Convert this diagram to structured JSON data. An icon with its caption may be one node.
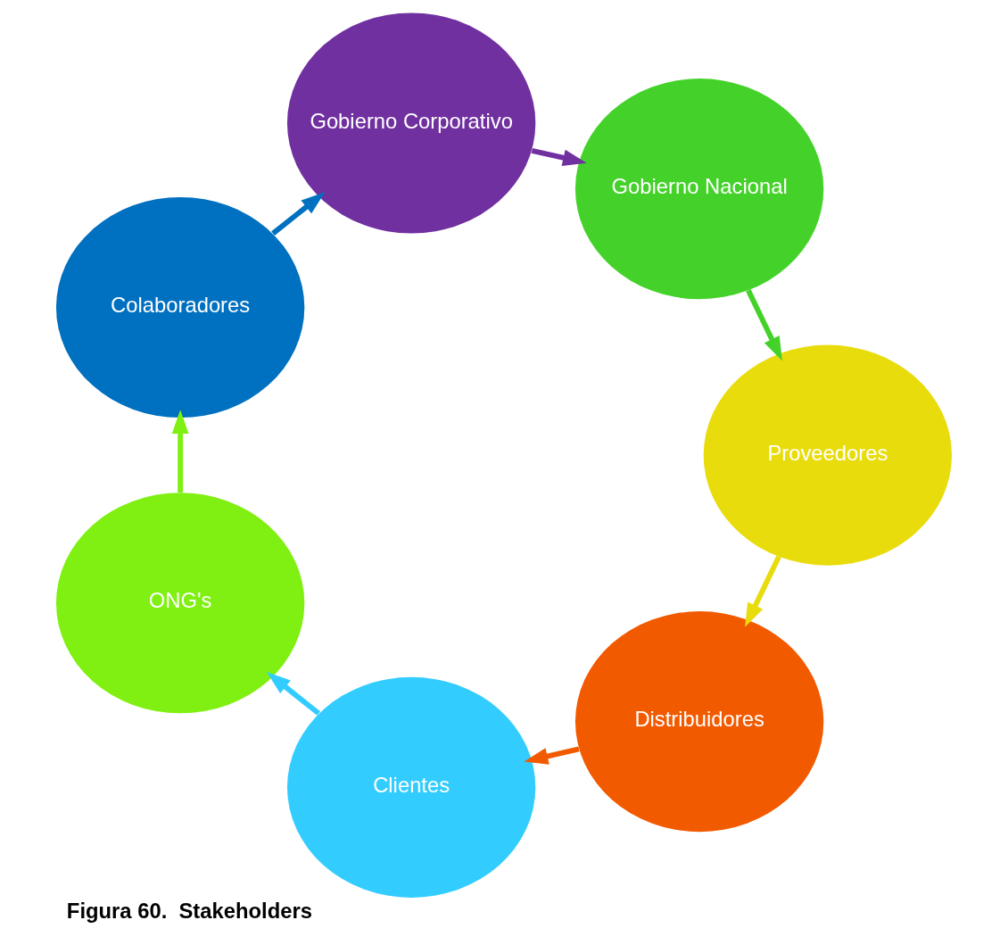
{
  "diagram": {
    "caption": "Figura 60.  Stakeholders",
    "nodes": [
      {
        "text": [
          "Distribuidores"
        ]
      },
      {
        "text": [
          "Clientes"
        ]
      },
      {
        "text": [
          "ONG's"
        ]
      },
      {
        "text": [
          "Colaboradores"
        ]
      },
      {
        "text": [
          "Gobierno Corporativo"
        ]
      },
      {
        "text": [
          "Gobierno Nacional"
        ]
      },
      {
        "text": [
          "Proveedores"
        ]
      }
    ],
    "edges": [
      {
        "from": 0,
        "to": 1,
        "arrow": "to",
        "color": "#f25a00"
      },
      {
        "from": 1,
        "to": 2,
        "arrow": "to",
        "color": "#33ccff"
      },
      {
        "from": 2,
        "to": 3,
        "arrow": "to",
        "color": "#7ff011"
      },
      {
        "from": 3,
        "to": 4,
        "arrow": "to",
        "color": "#0070c0"
      },
      {
        "from": 4,
        "to": 5,
        "arrow": "to",
        "color": "#7030a0"
      },
      {
        "from": 5,
        "to": 6,
        "arrow": "to",
        "color": "#44d22a"
      },
      {
        "from": 6,
        "to": 0,
        "arrow": "to",
        "color": "#e8dc0c"
      }
    ]
  }
}
